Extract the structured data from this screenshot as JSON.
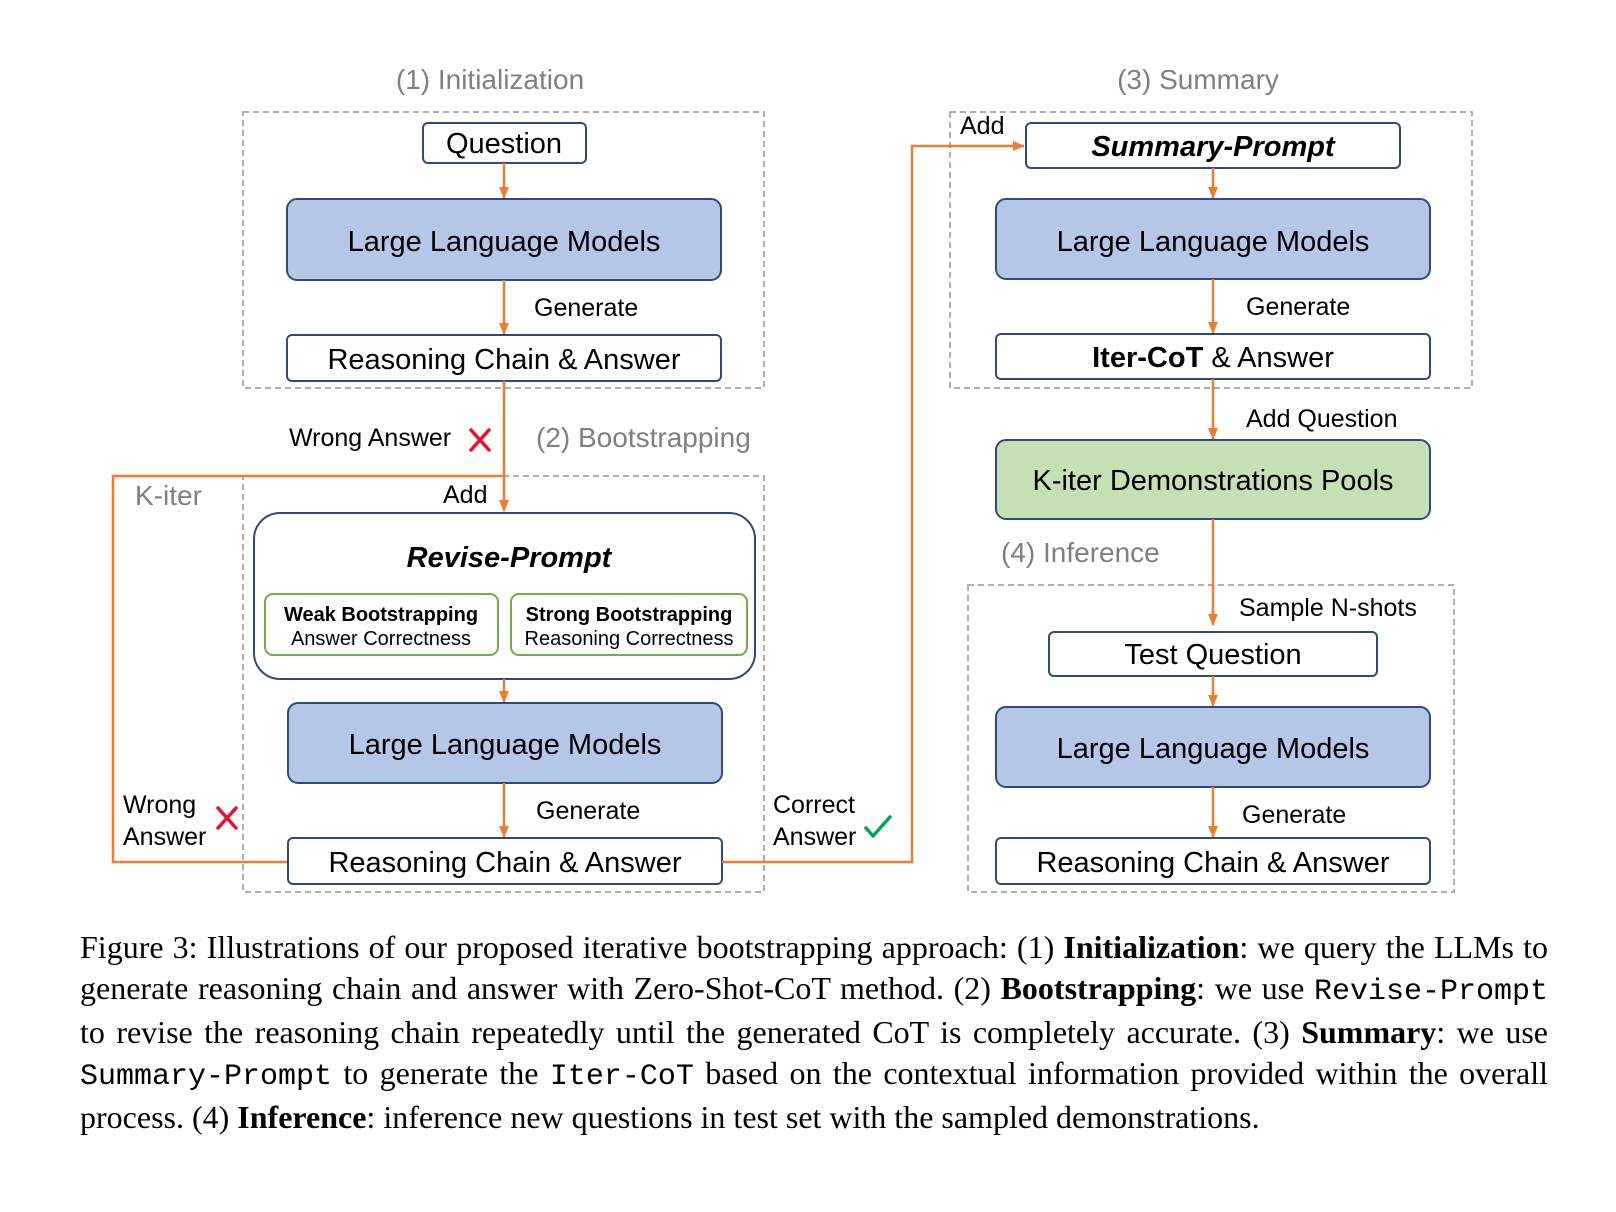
{
  "sections": {
    "init_title": "(1) Initialization",
    "boot_title": "(2) Bootstrapping",
    "summary_title": "(3) Summary",
    "inference_title": "(4) Inference"
  },
  "boxes": {
    "question": "Question",
    "llm": "Large Language Models",
    "reasoning": "Reasoning Chain & Answer",
    "revise_prompt": "Revise-Prompt",
    "weak_title": "Weak Bootstrapping",
    "weak_sub": "Answer Correctness",
    "strong_title": "Strong Bootstrapping",
    "strong_sub": "Reasoning Correctness",
    "summary_prompt": "Summary-Prompt",
    "itercot_bold": "Iter-CoT",
    "itercot_rest": " & Answer",
    "pools": "K-iter Demonstrations Pools",
    "test_question": "Test Question"
  },
  "labels": {
    "generate": "Generate",
    "wrong_answer": "Wrong Answer",
    "wrong": "Wrong",
    "answer": "Answer",
    "correct": "Correct",
    "add": "Add",
    "k_iter": "K-iter",
    "add_question": "Add Question",
    "sample_nshots": "Sample N-shots"
  },
  "caption": {
    "p1": "Figure 3: Illustrations of our proposed iterative bootstrapping approach: (1) ",
    "b1": "Initialization",
    "p2": ": we query the LLMs to generate reasoning chain and answer with Zero-Shot-CoT method. (2) ",
    "b2": "Bootstrapping",
    "p3": ": we use ",
    "m1": "Revise-Prompt",
    "p4": " to revise the reasoning chain repeatedly until the generated CoT is completely accurate. (3) ",
    "b3": "Summary",
    "p5": ": we use ",
    "m2": "Summary-Prompt",
    "p6": " to generate the ",
    "m3": "Iter-CoT",
    "p7": " based on the contextual information provided within the overall process. (4) ",
    "b4": "Inference",
    "p8": ": inference new questions in test set with the sampled demonstrations."
  },
  "colors": {
    "arrow": "#ED7D31",
    "llm_fill": "#B4C7E7",
    "box_border": "#2F4B7C",
    "pool_fill": "#C5E0B4",
    "green_border": "#70AD47",
    "dashed": "#AFAFAF",
    "cross": "#E8112D",
    "check": "#00A651"
  }
}
